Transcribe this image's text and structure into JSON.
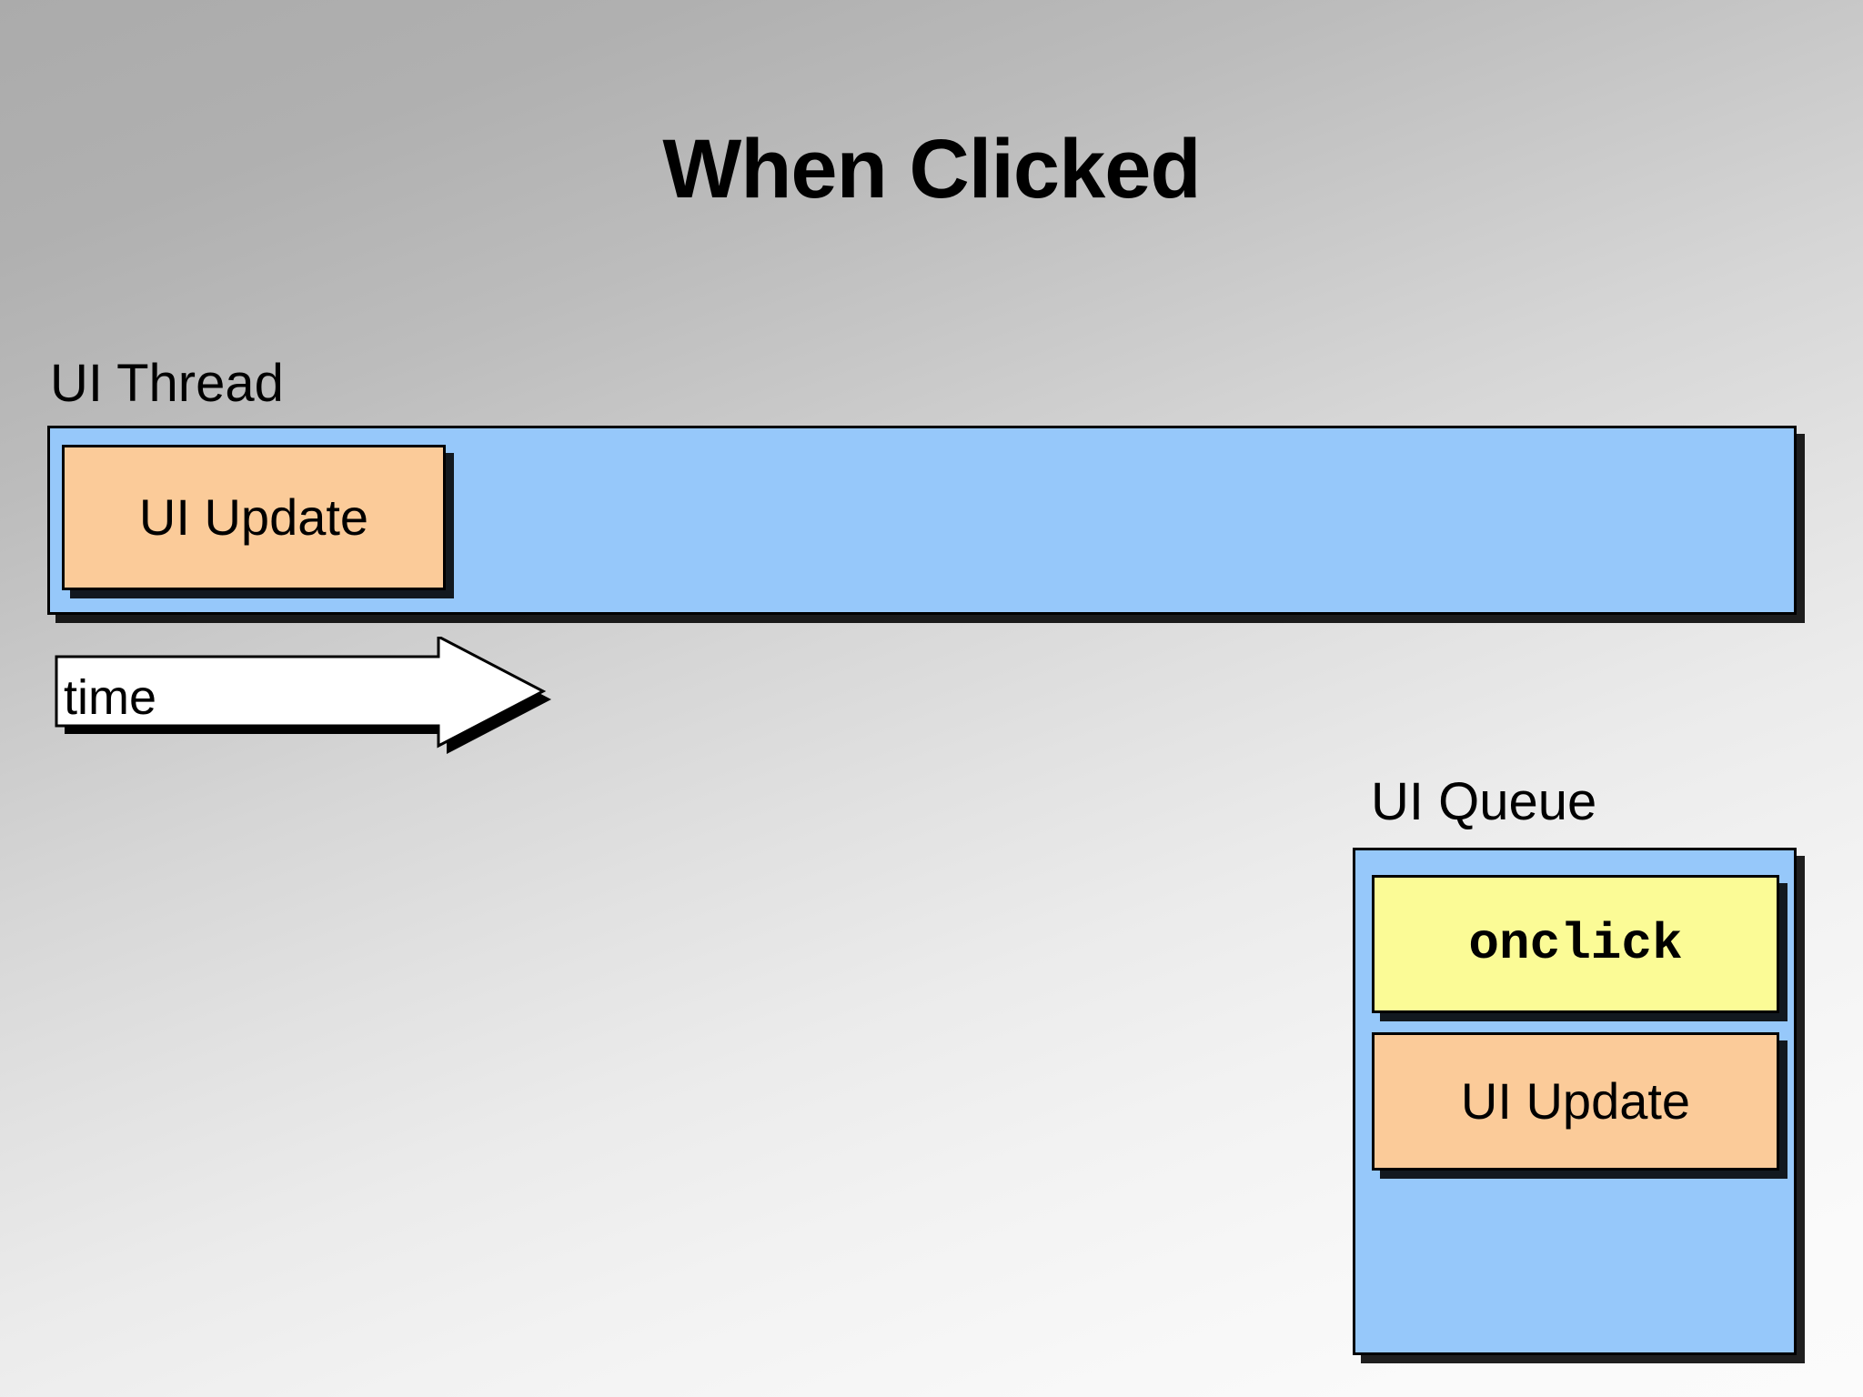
{
  "slide": {
    "title": "When Clicked",
    "background_top_color": "#ababab",
    "background_bottom_color": "#fbfbfb"
  },
  "ui_thread": {
    "label": "UI Thread",
    "bar_color": "#96c8fa",
    "blocks": [
      {
        "label": "UI Update",
        "color": "#fbcb99"
      }
    ]
  },
  "time_axis": {
    "label": "time",
    "arrow_direction": "right",
    "fill_color": "#ffffff",
    "outline_color": "#000000"
  },
  "ui_queue": {
    "label": "UI Queue",
    "container_color": "#96c8fa",
    "items": [
      {
        "label": "onclick",
        "color": "#fbfb96",
        "font": "monospace"
      },
      {
        "label": "UI Update",
        "color": "#fbcb99",
        "font": "sans"
      }
    ]
  }
}
